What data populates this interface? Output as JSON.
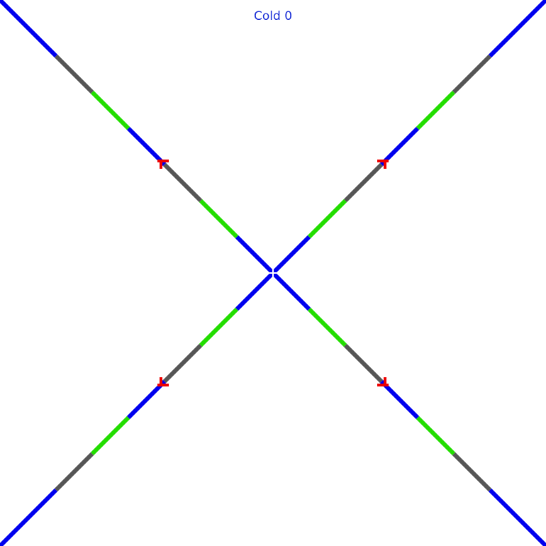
{
  "status": {
    "label": "Cold",
    "score": "0",
    "color": "#1a2ed6"
  },
  "palette": {
    "blue": "#0000ee",
    "green": "#22dd00",
    "gray": "#555555",
    "marker": "#ee0000",
    "center": "#ffffff",
    "background": "#ffffff"
  },
  "arms": [
    {
      "name": "up-left",
      "icon": "diagonal-track-icon",
      "pattern": [
        "blue",
        "green",
        "gray",
        "blue",
        "green",
        "gray",
        "blue"
      ]
    },
    {
      "name": "up-right",
      "icon": "diagonal-track-icon",
      "pattern": [
        "blue",
        "green",
        "gray",
        "blue",
        "green",
        "gray",
        "blue"
      ]
    },
    {
      "name": "down-left",
      "icon": "diagonal-track-icon",
      "pattern": [
        "blue",
        "green",
        "gray",
        "blue",
        "green",
        "gray",
        "blue"
      ]
    },
    {
      "name": "down-right",
      "icon": "diagonal-track-icon",
      "pattern": [
        "blue",
        "green",
        "gray",
        "blue",
        "green",
        "gray",
        "blue"
      ]
    }
  ],
  "markers": [
    {
      "name": "marker-up-left",
      "icon": "corner-bracket-icon"
    },
    {
      "name": "marker-up-right",
      "icon": "corner-bracket-icon"
    },
    {
      "name": "marker-down-left",
      "icon": "corner-bracket-icon"
    },
    {
      "name": "marker-down-right",
      "icon": "corner-bracket-icon"
    }
  ],
  "center": {
    "icon": "crosshair-icon"
  }
}
